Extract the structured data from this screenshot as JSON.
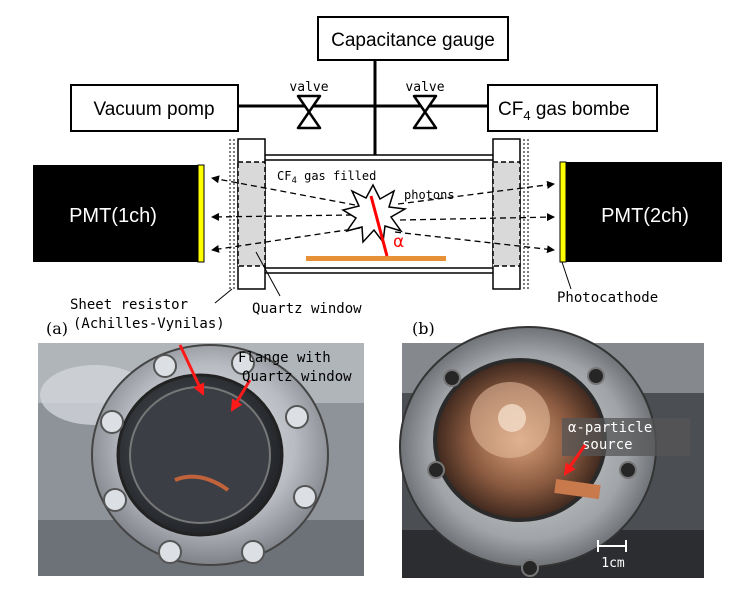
{
  "diagram": {
    "capacitance_gauge": "Capacitance gauge",
    "vacuum_pump": "Vacuum pomp",
    "gas_bombe_prefix": "CF",
    "gas_bombe_sub": "4",
    "gas_bombe_suffix": " gas bombe",
    "valve_left": "valve",
    "valve_right": "valve",
    "pmt_left": "PMT(1ch)",
    "pmt_right": "PMT(2ch)",
    "gas_filled_prefix": "CF",
    "gas_filled_sub": "4",
    "gas_filled_suffix": " gas filled",
    "photons": "photons",
    "alpha": "α",
    "sheet_resistor_line1": "Sheet resistor",
    "sheet_resistor_line2": "(Achilles-Vynilas)",
    "quartz_window": "Quartz window",
    "photocathode": "Photocathode"
  },
  "photo_a": {
    "label": "(a)",
    "annotation_line1": "Flange with",
    "annotation_line2": "Quartz window"
  },
  "photo_b": {
    "label": "(b)",
    "annotation_line1": "α-particle",
    "annotation_line2": "source",
    "scale_bar": "1cm"
  },
  "colors": {
    "pmt": "#000000",
    "photocathode": "#ffff00",
    "quartz": "#d9d9d9",
    "alpha_track": "#ff0000",
    "source": "#e69138",
    "arrow": "#ff1a1a"
  }
}
